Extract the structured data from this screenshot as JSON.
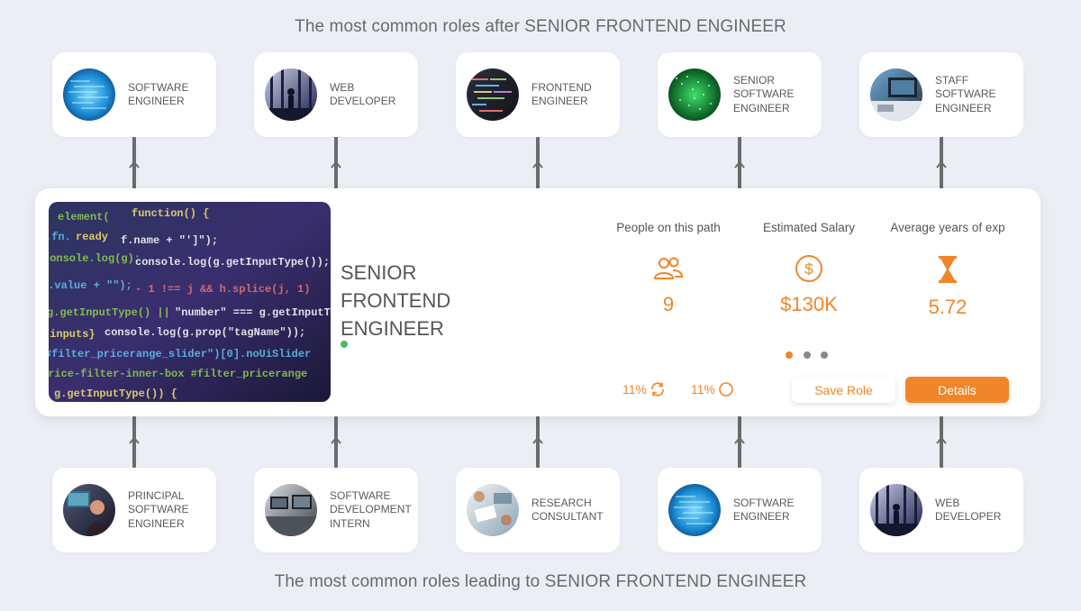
{
  "top_heading": "The most common roles after SENIOR FRONTEND ENGINEER",
  "bottom_heading": "The most common roles leading to SENIOR FRONTEND ENGINEER",
  "next_roles": [
    {
      "label": "SOFTWARE ENGINEER",
      "image": "blue-code-thumbnail"
    },
    {
      "label": "WEB DEVELOPER",
      "image": "person-at-window-thumbnail"
    },
    {
      "label": "FRONTEND ENGINEER",
      "image": "code-screen-thumbnail"
    },
    {
      "label": "SENIOR SOFTWARE ENGINEER",
      "image": "green-matrix-thumbnail"
    },
    {
      "label": "STAFF SOFTWARE ENGINEER",
      "image": "laptop-desk-thumbnail"
    }
  ],
  "previous_roles": [
    {
      "label": "PRINCIPAL SOFTWARE ENGINEER",
      "image": "person-monitor-thumbnail"
    },
    {
      "label": "SOFTWARE DEVELOPMENT INTERN",
      "image": "office-monitors-thumbnail"
    },
    {
      "label": "RESEARCH CONSULTANT",
      "image": "meeting-desk-thumbnail"
    },
    {
      "label": "SOFTWARE ENGINEER",
      "image": "blue-code-thumbnail"
    },
    {
      "label": "WEB DEVELOPER",
      "image": "person-at-window-thumbnail"
    }
  ],
  "main_role": {
    "title": "SENIOR FRONTEND ENGINEER",
    "image": "code-editor-screenshot",
    "status_color": "#3fbf64"
  },
  "stats": {
    "people": {
      "label": "People on this path",
      "value": "9",
      "icon": "people-icon"
    },
    "salary": {
      "label": "Estimated Salary",
      "value": "$130K",
      "icon": "dollar-icon"
    },
    "experience": {
      "label": "Average years of exp",
      "value": "5.72",
      "icon": "hourglass-icon"
    }
  },
  "pager": {
    "pages": 3,
    "active": 1
  },
  "mini_stats": [
    {
      "value": "11%",
      "icon": "refresh-icon"
    },
    {
      "value": "11%",
      "icon": "circle-icon"
    }
  ],
  "buttons": {
    "save": "Save Role",
    "details": "Details"
  },
  "colors": {
    "accent": "#f0852a",
    "background": "#eceef6",
    "card": "#ffffff",
    "connector": "#6b6b6b",
    "status": "#3fbf64"
  }
}
